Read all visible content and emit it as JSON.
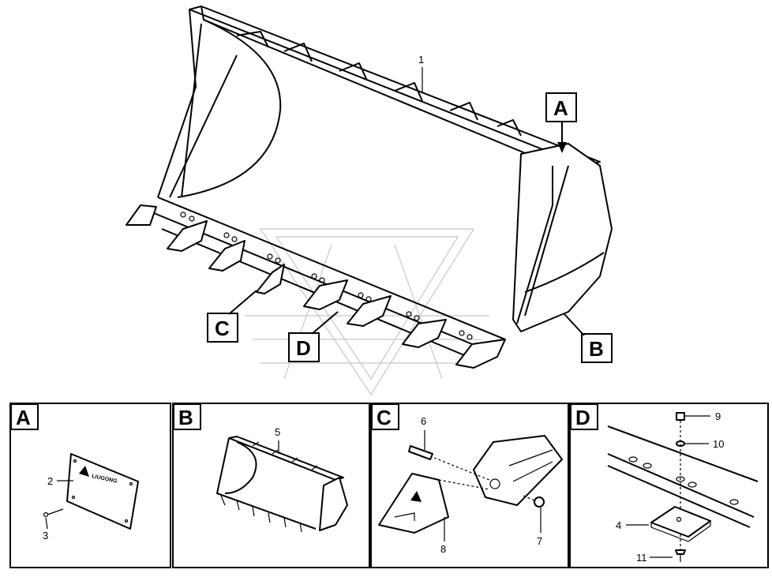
{
  "main_view": {
    "callouts": {
      "bucket": "1"
    },
    "detail_markers": {
      "a": "A",
      "b": "B",
      "c": "C",
      "d": "D"
    }
  },
  "panels": [
    {
      "id": "A",
      "callouts": [
        "2",
        "3"
      ],
      "plate_logo": "LIUGONG"
    },
    {
      "id": "B",
      "callouts": [
        "5"
      ]
    },
    {
      "id": "C",
      "callouts": [
        "6",
        "7",
        "8"
      ]
    },
    {
      "id": "D",
      "callouts": [
        "9",
        "10",
        "4",
        "11"
      ]
    }
  ]
}
